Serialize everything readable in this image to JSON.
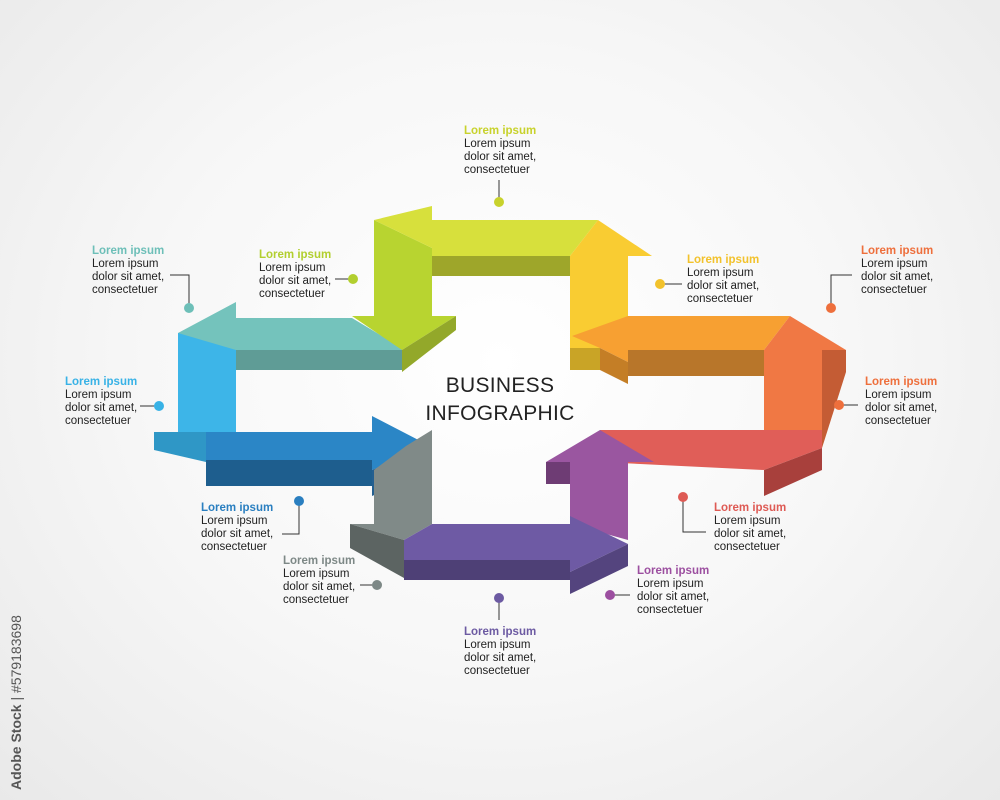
{
  "title": [
    "BUSINESS",
    "INFOGRAPHIC"
  ],
  "watermark": {
    "brand": "Adobe Stock",
    "number": "#579183698"
  },
  "colors": {
    "teal": "#74c3bc",
    "green": "#b8d430",
    "lime": "#d7e03c",
    "yellow": "#f9cc32",
    "orange": "#f7a032",
    "deep-orange": "#f07844",
    "red": "#e05e58",
    "purple": "#9a56a0",
    "violet": "#6e5aa4",
    "gray": "#808a88",
    "blue": "#2b86c6",
    "sky": "#3db5e8"
  },
  "items": [
    {
      "id": "teal",
      "color": "#6dbfb8",
      "title": "Lorem ipsum",
      "lines": [
        "Lorem ipsum",
        "dolor sit amet,",
        "consectetuer"
      ]
    },
    {
      "id": "green",
      "color": "#b2cf2f",
      "title": "Lorem ipsum",
      "lines": [
        "Lorem ipsum",
        "dolor sit amet,",
        "consectetuer"
      ]
    },
    {
      "id": "lime",
      "color": "#c8d22c",
      "title": "Lorem ipsum",
      "lines": [
        "Lorem ipsum",
        "dolor sit amet,",
        "consectetuer"
      ]
    },
    {
      "id": "yellow",
      "color": "#f2c22c",
      "title": "Lorem ipsum",
      "lines": [
        "Lorem ipsum",
        "dolor sit amet,",
        "consectetuer"
      ]
    },
    {
      "id": "deep-orange",
      "color": "#ee6f3c",
      "title": "Lorem ipsum",
      "lines": [
        "Lorem ipsum",
        "dolor sit amet,",
        "consectetuer"
      ]
    },
    {
      "id": "orange",
      "color": "#ee6f3c",
      "title": "Lorem ipsum",
      "lines": [
        "Lorem ipsum",
        "dolor sit amet,",
        "consectetuer"
      ]
    },
    {
      "id": "sky",
      "color": "#38b2e6",
      "title": "Lorem ipsum",
      "lines": [
        "Lorem ipsum",
        "dolor sit amet,",
        "consectetuer"
      ]
    },
    {
      "id": "red",
      "color": "#de5a54",
      "title": "Lorem ipsum",
      "lines": [
        "Lorem ipsum",
        "dolor sit amet,",
        "consectetuer"
      ]
    },
    {
      "id": "blue",
      "color": "#2a7fc0",
      "title": "Lorem ipsum",
      "lines": [
        "Lorem ipsum",
        "dolor sit amet,",
        "consectetuer"
      ]
    },
    {
      "id": "purple",
      "color": "#9c4fa0",
      "title": "Lorem ipsum",
      "lines": [
        "Lorem ipsum",
        "dolor sit amet,",
        "consectetuer"
      ]
    },
    {
      "id": "gray",
      "color": "#7d8886",
      "title": "Lorem ipsum",
      "lines": [
        "Lorem ipsum",
        "dolor sit amet,",
        "consectetuer"
      ]
    },
    {
      "id": "violet",
      "color": "#6c5aa2",
      "title": "Lorem ipsum",
      "lines": [
        "Lorem ipsum",
        "dolor sit amet,",
        "consectetuer"
      ]
    }
  ]
}
